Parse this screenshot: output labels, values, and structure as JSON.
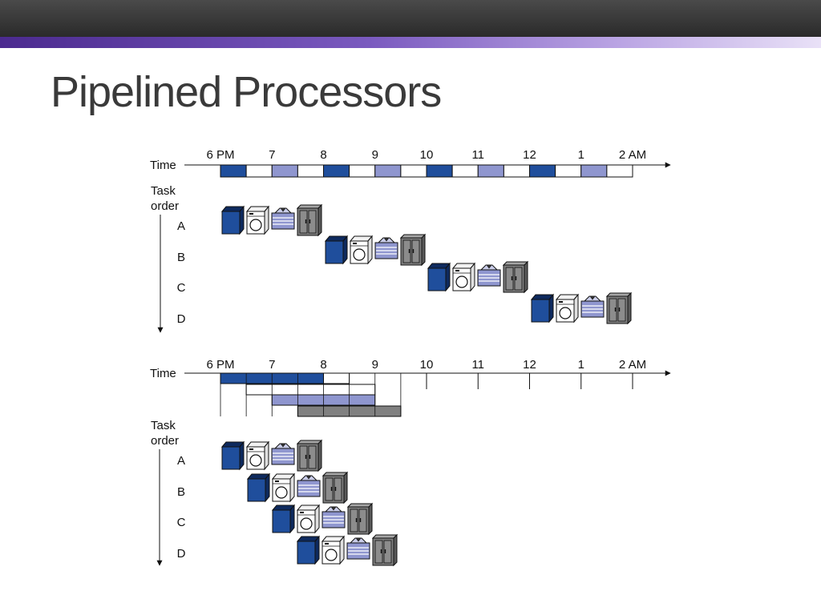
{
  "slide": {
    "title": "Pipelined Processors"
  },
  "colors": {
    "wash": "#1f4e9c",
    "wash_dark": "#0e2a5e",
    "dry": "#ffffff",
    "fold": "#8f96cf",
    "store": "#808080",
    "accent_purple": "#6a4cb0"
  },
  "icons": [
    "washer-icon",
    "dryer-icon",
    "folded-clothes-icon",
    "closet-icon"
  ],
  "sequential": {
    "time_label": "Time",
    "task_order_label": [
      "Task",
      "order"
    ],
    "hour_labels": [
      "6 PM",
      "7",
      "8",
      "9",
      "10",
      "11",
      "12",
      "1",
      "2 AM"
    ],
    "tasks": [
      "A",
      "B",
      "C",
      "D"
    ],
    "segments": [
      "wash",
      "empty",
      "fold",
      "empty",
      "wash",
      "empty",
      "fold",
      "empty",
      "wash",
      "empty",
      "fold",
      "empty",
      "wash",
      "empty",
      "fold",
      "empty"
    ]
  },
  "pipelined": {
    "time_label": "Time",
    "task_order_label": [
      "Task",
      "order"
    ],
    "hour_labels": [
      "6 PM",
      "7",
      "8",
      "9",
      "10",
      "11",
      "12",
      "1",
      "2 AM"
    ],
    "tasks": [
      "A",
      "B",
      "C",
      "D"
    ]
  }
}
